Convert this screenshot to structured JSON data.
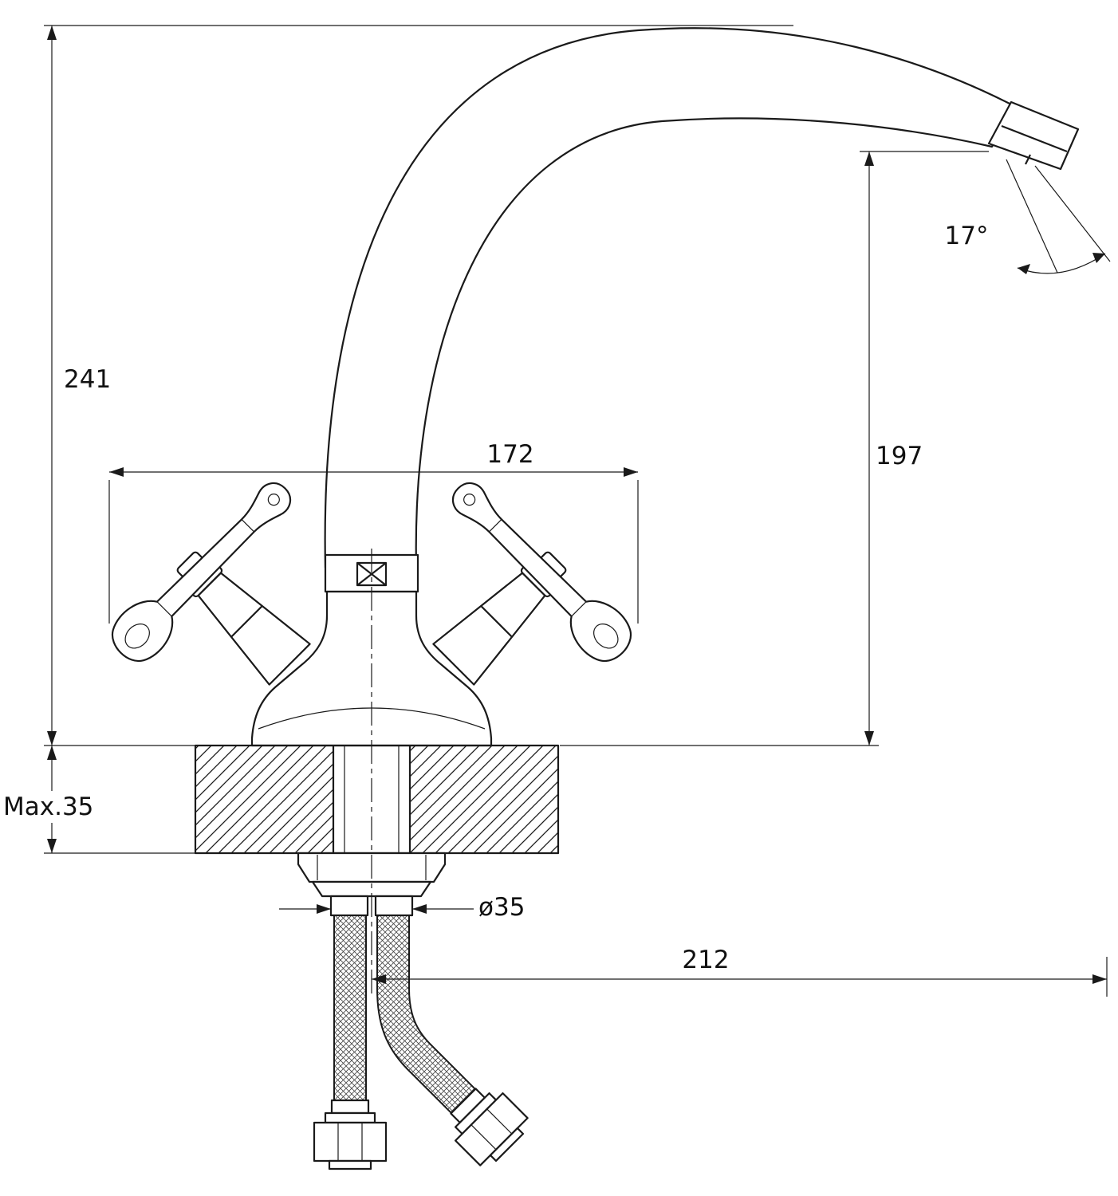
{
  "meta": {
    "type": "technical-drawing",
    "subject": "Two-handle kitchen mixer faucet — dimensional installation drawing"
  },
  "dimensions": {
    "overall_height": "241",
    "spout_outlet_height": "197",
    "handle_span": "172",
    "outlet_angle": "17°",
    "max_counter_thickness": "Max.35",
    "mount_hole_diameter": "ø35",
    "spout_reach": "212"
  },
  "colors": {
    "line": "#1a1a1a",
    "background": "#ffffff"
  }
}
